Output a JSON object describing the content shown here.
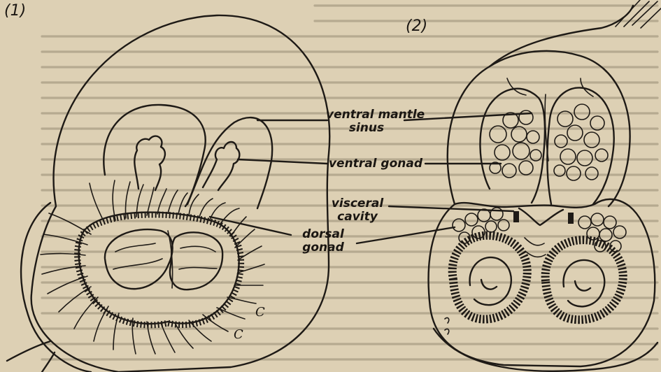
{
  "figure": {
    "panel_1_label": "(1)",
    "panel_2_label": "(2)",
    "labels": {
      "ventral_mantle_sinus_line1": "ventral mantle",
      "ventral_mantle_sinus_line2": "sinus",
      "ventral_gonad": "ventral gonad",
      "visceral_cavity_line1": "visceral",
      "visceral_cavity_line2": "cavity",
      "dorsal_gonad_line1": "dorsal",
      "dorsal_gonad_line2": "gonad"
    },
    "marks": {
      "c1": "C",
      "c2": "C"
    },
    "colors": {
      "paper": "#ddd0b4",
      "ink": "#1e1a16"
    }
  }
}
